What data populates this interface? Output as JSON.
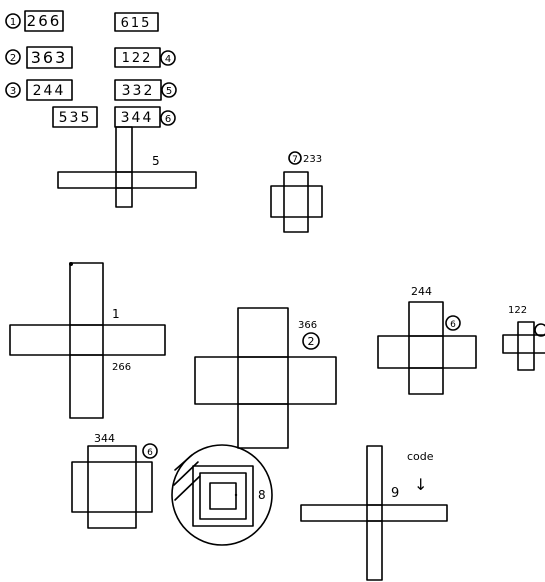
{
  "sketch": {
    "legend_rows": [
      {
        "index": "1",
        "boxes": [
          "266",
          "615"
        ],
        "suffix": ""
      },
      {
        "index": "2",
        "boxes": [
          "363",
          "122"
        ],
        "suffix": "4"
      },
      {
        "index": "3",
        "boxes": [
          "244",
          "332"
        ],
        "suffix": "5"
      },
      {
        "index": "",
        "boxes": [
          "535",
          "344"
        ],
        "suffix": "6"
      }
    ],
    "labels": {
      "l5": "5",
      "l7_circle": "7",
      "l7_text": "233",
      "l1": "1",
      "l266": "266",
      "l366": "366",
      "l2_circle": "2",
      "l244": "244",
      "l6a": "6",
      "l122": "122",
      "l344": "344",
      "l6b": "6",
      "l8": "8",
      "l9": "9",
      "code": "code",
      "code_arrow": "↓"
    }
  }
}
